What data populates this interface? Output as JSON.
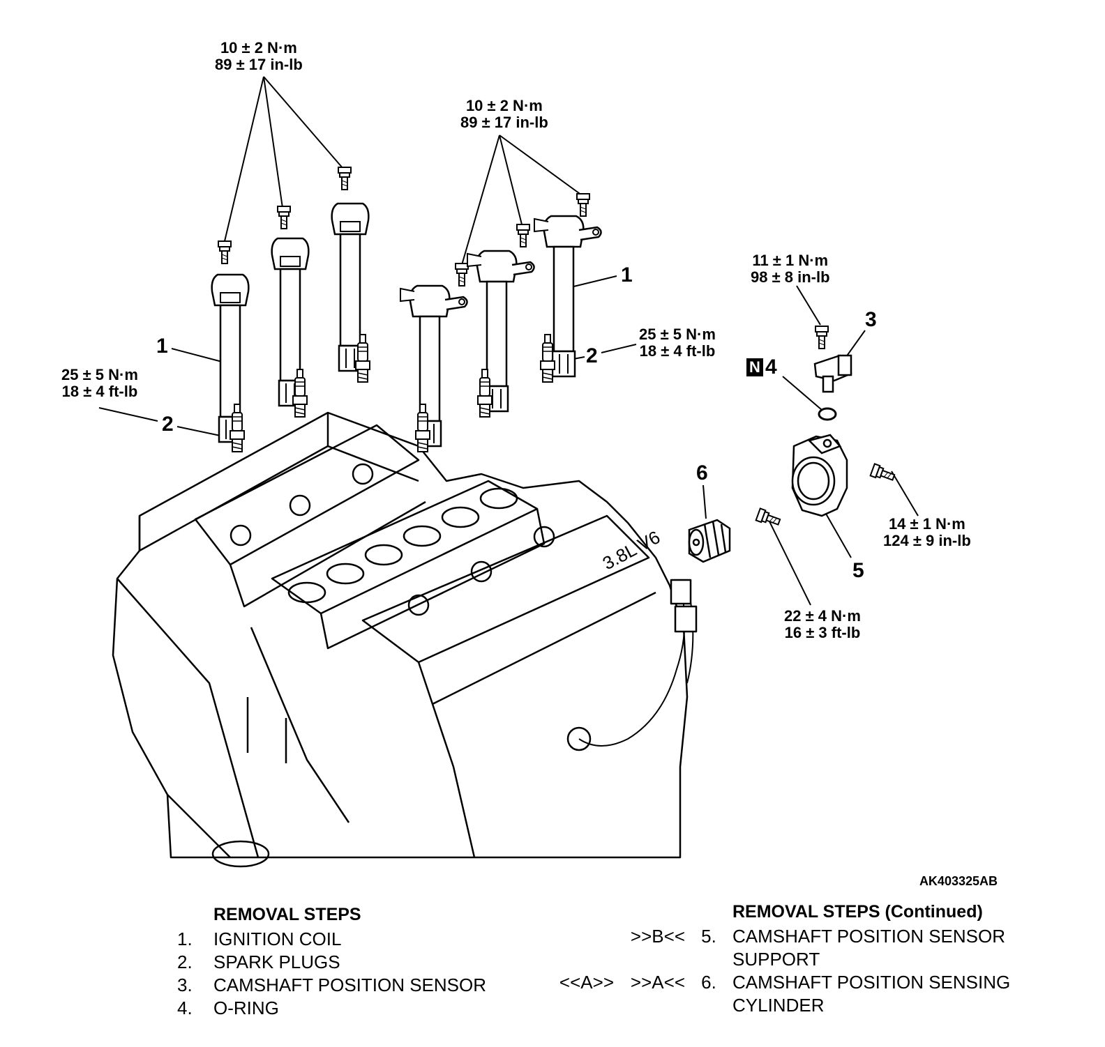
{
  "figure_id": "AK403325AB",
  "torque_specs": [
    {
      "id": "t1",
      "metric": "10 ± 2 N·m",
      "imperial": "89 ± 17 in-lb"
    },
    {
      "id": "t2",
      "metric": "10 ± 2 N·m",
      "imperial": "89 ± 17 in-lb"
    },
    {
      "id": "t3",
      "metric": "11 ± 1 N·m",
      "imperial": "98 ± 8 in-lb"
    },
    {
      "id": "t4",
      "metric": "25 ± 5 N·m",
      "imperial": "18 ± 4 ft-lb"
    },
    {
      "id": "t5",
      "metric": "25 ± 5 N·m",
      "imperial": "18 ± 4 ft-lb"
    },
    {
      "id": "t6",
      "metric": "14 ± 1 N·m",
      "imperial": "124 ± 9 in-lb"
    },
    {
      "id": "t7",
      "metric": "22 ± 4 N·m",
      "imperial": "16 ± 3 ft-lb"
    }
  ],
  "callouts": {
    "coil_left": "1",
    "coil_right": "1",
    "plug_left": "2",
    "plug_right": "2",
    "sensor": "3",
    "oring": "4",
    "oring_badge": "N",
    "support": "5",
    "cylinder": "6"
  },
  "engine_marking": "3.8L V6",
  "removal_steps": {
    "title": "REMOVAL STEPS",
    "items": [
      {
        "num": "1.",
        "label": "IGNITION COIL"
      },
      {
        "num": "2.",
        "label": "SPARK PLUGS"
      },
      {
        "num": "3.",
        "label": "CAMSHAFT POSITION SENSOR"
      },
      {
        "num": "4.",
        "label": "O-RING"
      }
    ]
  },
  "removal_steps_continued": {
    "title": "REMOVAL STEPS (Continued)",
    "items": [
      {
        "ref1": "",
        "ref2": ">>B<<",
        "num": "5.",
        "label_line1": "CAMSHAFT POSITION SENSOR",
        "label_line2": "SUPPORT"
      },
      {
        "ref1": "<<A>>",
        "ref2": ">>A<<",
        "num": "6.",
        "label_line1": "CAMSHAFT POSITION SENSING",
        "label_line2": "CYLINDER"
      }
    ]
  }
}
